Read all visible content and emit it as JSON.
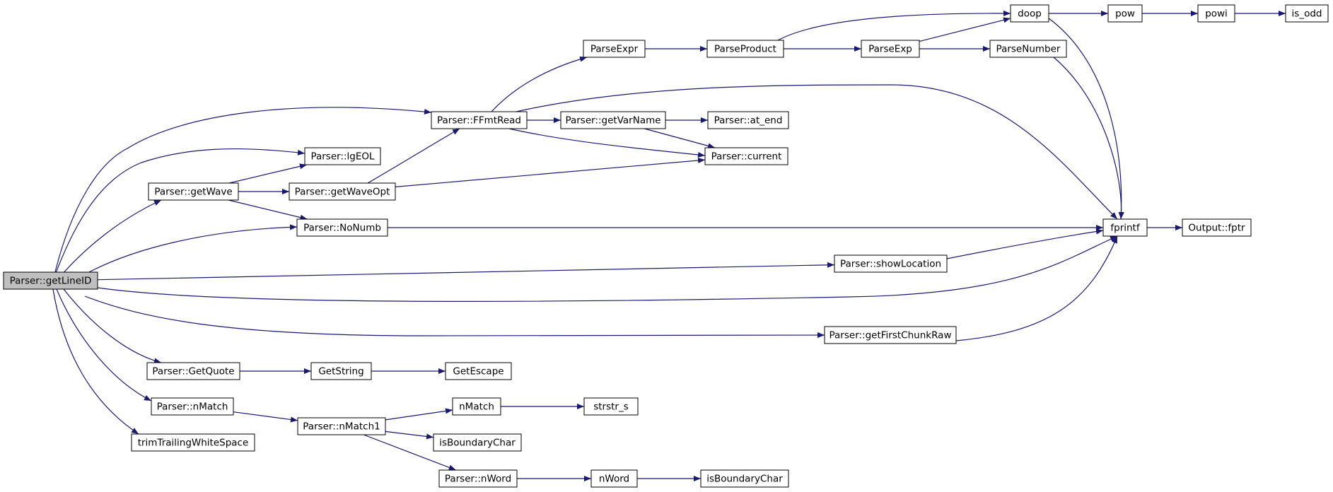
{
  "graph": {
    "colors": {
      "edge": "#191970",
      "root_fill": "#bfbfbf",
      "node_fill": "#ffffff",
      "border": "#000000"
    },
    "root": "getLineID",
    "nodes": [
      {
        "id": "getLineID",
        "label": "Parser::getLineID"
      },
      {
        "id": "FFmtRead",
        "label": "Parser::FFmtRead"
      },
      {
        "id": "lgEOL",
        "label": "Parser::lgEOL"
      },
      {
        "id": "getWave",
        "label": "Parser::getWave"
      },
      {
        "id": "getWaveOpt",
        "label": "Parser::getWaveOpt"
      },
      {
        "id": "NoNumb",
        "label": "Parser::NoNumb"
      },
      {
        "id": "showLocation",
        "label": "Parser::showLocation"
      },
      {
        "id": "getFirstChunkRaw",
        "label": "Parser::getFirstChunkRaw"
      },
      {
        "id": "GetQuote",
        "label": "Parser::GetQuote"
      },
      {
        "id": "GetString",
        "label": "GetString"
      },
      {
        "id": "GetEscape",
        "label": "GetEscape"
      },
      {
        "id": "pnMatch",
        "label": "Parser::nMatch"
      },
      {
        "id": "pnMatch1",
        "label": "Parser::nMatch1"
      },
      {
        "id": "nMatch",
        "label": "nMatch"
      },
      {
        "id": "strstr_s",
        "label": "strstr_s"
      },
      {
        "id": "isBoundaryChar1",
        "label": "isBoundaryChar"
      },
      {
        "id": "pnWord",
        "label": "Parser::nWord"
      },
      {
        "id": "nWord",
        "label": "nWord"
      },
      {
        "id": "isBoundaryChar2",
        "label": "isBoundaryChar"
      },
      {
        "id": "trimTrailingWhiteSpace",
        "label": "trimTrailingWhiteSpace"
      },
      {
        "id": "ParseExpr",
        "label": "ParseExpr"
      },
      {
        "id": "ParseProduct",
        "label": "ParseProduct"
      },
      {
        "id": "ParseExp",
        "label": "ParseExp"
      },
      {
        "id": "ParseNumber",
        "label": "ParseNumber"
      },
      {
        "id": "doop",
        "label": "doop"
      },
      {
        "id": "pow",
        "label": "pow"
      },
      {
        "id": "powi",
        "label": "powi"
      },
      {
        "id": "is_odd",
        "label": "is_odd"
      },
      {
        "id": "getVarName",
        "label": "Parser::getVarName"
      },
      {
        "id": "at_end",
        "label": "Parser::at_end"
      },
      {
        "id": "current",
        "label": "Parser::current"
      },
      {
        "id": "fprintf",
        "label": "fprintf"
      },
      {
        "id": "fptr",
        "label": "Output::fptr"
      }
    ],
    "edges": [
      {
        "from": "getLineID",
        "to": "FFmtRead"
      },
      {
        "from": "getLineID",
        "to": "lgEOL"
      },
      {
        "from": "getLineID",
        "to": "getWave"
      },
      {
        "from": "getLineID",
        "to": "NoNumb"
      },
      {
        "from": "getLineID",
        "to": "showLocation"
      },
      {
        "from": "getLineID",
        "to": "fprintf"
      },
      {
        "from": "getLineID",
        "to": "getFirstChunkRaw"
      },
      {
        "from": "getLineID",
        "to": "GetQuote"
      },
      {
        "from": "getLineID",
        "to": "pnMatch"
      },
      {
        "from": "getLineID",
        "to": "trimTrailingWhiteSpace"
      },
      {
        "from": "FFmtRead",
        "to": "ParseExpr"
      },
      {
        "from": "FFmtRead",
        "to": "getVarName"
      },
      {
        "from": "FFmtRead",
        "to": "current"
      },
      {
        "from": "FFmtRead",
        "to": "fprintf"
      },
      {
        "from": "getWave",
        "to": "lgEOL"
      },
      {
        "from": "getWave",
        "to": "getWaveOpt"
      },
      {
        "from": "getWave",
        "to": "NoNumb"
      },
      {
        "from": "getWaveOpt",
        "to": "FFmtRead"
      },
      {
        "from": "getWaveOpt",
        "to": "current"
      },
      {
        "from": "NoNumb",
        "to": "fprintf"
      },
      {
        "from": "showLocation",
        "to": "fprintf"
      },
      {
        "from": "getFirstChunkRaw",
        "to": "fprintf"
      },
      {
        "from": "GetQuote",
        "to": "GetString"
      },
      {
        "from": "GetString",
        "to": "GetEscape"
      },
      {
        "from": "pnMatch",
        "to": "pnMatch1"
      },
      {
        "from": "pnMatch1",
        "to": "nMatch"
      },
      {
        "from": "pnMatch1",
        "to": "isBoundaryChar1"
      },
      {
        "from": "pnMatch1",
        "to": "pnWord"
      },
      {
        "from": "nMatch",
        "to": "strstr_s"
      },
      {
        "from": "pnWord",
        "to": "nWord"
      },
      {
        "from": "nWord",
        "to": "isBoundaryChar2"
      },
      {
        "from": "ParseExpr",
        "to": "ParseProduct"
      },
      {
        "from": "ParseProduct",
        "to": "doop"
      },
      {
        "from": "ParseProduct",
        "to": "ParseExp"
      },
      {
        "from": "ParseExp",
        "to": "doop"
      },
      {
        "from": "ParseExp",
        "to": "ParseNumber"
      },
      {
        "from": "ParseNumber",
        "to": "fprintf"
      },
      {
        "from": "doop",
        "to": "pow"
      },
      {
        "from": "doop",
        "to": "fprintf"
      },
      {
        "from": "pow",
        "to": "powi"
      },
      {
        "from": "powi",
        "to": "is_odd"
      },
      {
        "from": "getVarName",
        "to": "at_end"
      },
      {
        "from": "getVarName",
        "to": "current"
      },
      {
        "from": "fprintf",
        "to": "fptr"
      }
    ]
  }
}
